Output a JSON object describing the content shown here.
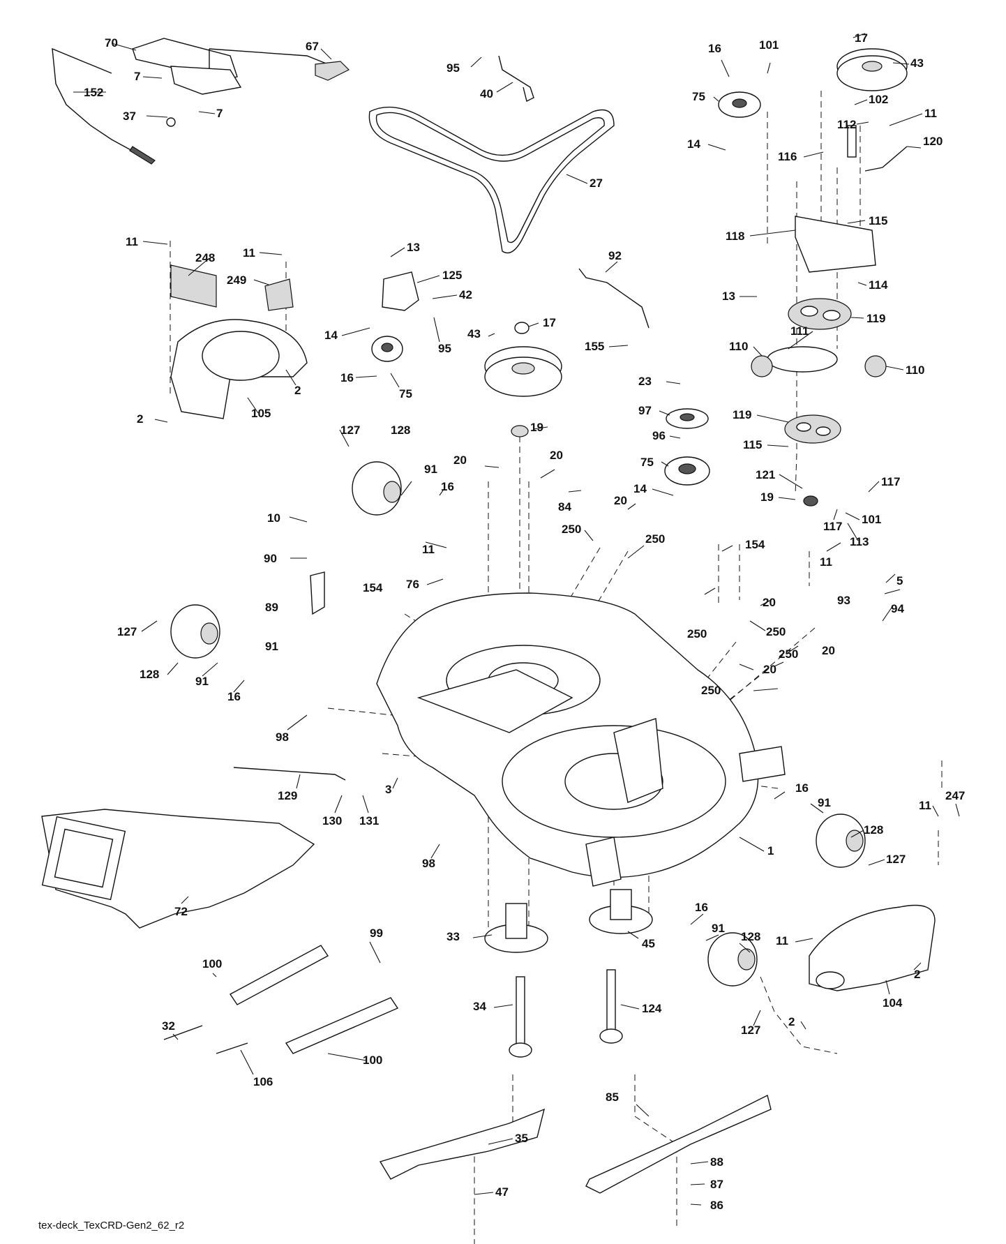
{
  "caption": "tex-deck_TexCRD-Gen2_62_r2",
  "callouts": [
    {
      "id": "c70",
      "text": "70"
    },
    {
      "id": "c67",
      "text": "67"
    },
    {
      "id": "c7a",
      "text": "7"
    },
    {
      "id": "c7b",
      "text": "7"
    },
    {
      "id": "c152",
      "text": "152"
    },
    {
      "id": "c37",
      "text": "37"
    },
    {
      "id": "c95a",
      "text": "95"
    },
    {
      "id": "c40",
      "text": "40"
    },
    {
      "id": "c27",
      "text": "27"
    },
    {
      "id": "c16a",
      "text": "16"
    },
    {
      "id": "c101a",
      "text": "101"
    },
    {
      "id": "c17a",
      "text": "17"
    },
    {
      "id": "c43a",
      "text": "43"
    },
    {
      "id": "c75a",
      "text": "75"
    },
    {
      "id": "c102",
      "text": "102"
    },
    {
      "id": "c112",
      "text": "112"
    },
    {
      "id": "c11a",
      "text": "11"
    },
    {
      "id": "c120",
      "text": "120"
    },
    {
      "id": "c14a",
      "text": "14"
    },
    {
      "id": "c116",
      "text": "116"
    },
    {
      "id": "c115a",
      "text": "115"
    },
    {
      "id": "c118",
      "text": "118"
    },
    {
      "id": "c114",
      "text": "114"
    },
    {
      "id": "c13a",
      "text": "13"
    },
    {
      "id": "c119a",
      "text": "119"
    },
    {
      "id": "c111",
      "text": "111"
    },
    {
      "id": "c110a",
      "text": "110"
    },
    {
      "id": "c110b",
      "text": "110"
    },
    {
      "id": "c119b",
      "text": "119"
    },
    {
      "id": "c115b",
      "text": "115"
    },
    {
      "id": "c117a",
      "text": "117"
    },
    {
      "id": "c121",
      "text": "121"
    },
    {
      "id": "c19a",
      "text": "19"
    },
    {
      "id": "c101b",
      "text": "101"
    },
    {
      "id": "c117b",
      "text": "117"
    },
    {
      "id": "c113",
      "text": "113"
    },
    {
      "id": "c11b",
      "text": "11"
    },
    {
      "id": "c248",
      "text": "248"
    },
    {
      "id": "c11c",
      "text": "11"
    },
    {
      "id": "c249",
      "text": "249"
    },
    {
      "id": "c2a",
      "text": "2"
    },
    {
      "id": "c105",
      "text": "105"
    },
    {
      "id": "c2b",
      "text": "2"
    },
    {
      "id": "c13b",
      "text": "13"
    },
    {
      "id": "c125",
      "text": "125"
    },
    {
      "id": "c42",
      "text": "42"
    },
    {
      "id": "c14b",
      "text": "14"
    },
    {
      "id": "c95b",
      "text": "95"
    },
    {
      "id": "c16b",
      "text": "16"
    },
    {
      "id": "c75b",
      "text": "75"
    },
    {
      "id": "c43b",
      "text": "43"
    },
    {
      "id": "c17b",
      "text": "17"
    },
    {
      "id": "c92",
      "text": "92"
    },
    {
      "id": "c155",
      "text": "155"
    },
    {
      "id": "c23",
      "text": "23"
    },
    {
      "id": "c97",
      "text": "97"
    },
    {
      "id": "c96",
      "text": "96"
    },
    {
      "id": "c75c",
      "text": "75"
    },
    {
      "id": "c14c",
      "text": "14"
    },
    {
      "id": "c19b",
      "text": "19"
    },
    {
      "id": "c127a",
      "text": "127"
    },
    {
      "id": "c128a",
      "text": "128"
    },
    {
      "id": "c91a",
      "text": "91"
    },
    {
      "id": "c16c",
      "text": "16"
    },
    {
      "id": "c20a",
      "text": "20"
    },
    {
      "id": "c20b",
      "text": "20"
    },
    {
      "id": "c84",
      "text": "84"
    },
    {
      "id": "c20c",
      "text": "20"
    },
    {
      "id": "c250a",
      "text": "250"
    },
    {
      "id": "c250b",
      "text": "250"
    },
    {
      "id": "c11d",
      "text": "11"
    },
    {
      "id": "c10",
      "text": "10"
    },
    {
      "id": "c90",
      "text": "90"
    },
    {
      "id": "c76",
      "text": "76"
    },
    {
      "id": "c154a",
      "text": "154"
    },
    {
      "id": "c89",
      "text": "89"
    },
    {
      "id": "c91b",
      "text": "91"
    },
    {
      "id": "c154b",
      "text": "154"
    },
    {
      "id": "c11e",
      "text": "11"
    },
    {
      "id": "c93",
      "text": "93"
    },
    {
      "id": "c5",
      "text": "5"
    },
    {
      "id": "c94",
      "text": "94"
    },
    {
      "id": "c20d",
      "text": "20"
    },
    {
      "id": "c250c",
      "text": "250"
    },
    {
      "id": "c250d",
      "text": "250"
    },
    {
      "id": "c250e",
      "text": "250"
    },
    {
      "id": "c20e",
      "text": "20"
    },
    {
      "id": "c20f",
      "text": "20"
    },
    {
      "id": "c250f",
      "text": "250"
    },
    {
      "id": "c127b",
      "text": "127"
    },
    {
      "id": "c128b",
      "text": "128"
    },
    {
      "id": "c91c",
      "text": "91"
    },
    {
      "id": "c16d",
      "text": "16"
    },
    {
      "id": "c98a",
      "text": "98"
    },
    {
      "id": "c3",
      "text": "3"
    },
    {
      "id": "c129",
      "text": "129"
    },
    {
      "id": "c130",
      "text": "130"
    },
    {
      "id": "c131",
      "text": "131"
    },
    {
      "id": "c98b",
      "text": "98"
    },
    {
      "id": "c1",
      "text": "1"
    },
    {
      "id": "c16e",
      "text": "16"
    },
    {
      "id": "c91d",
      "text": "91"
    },
    {
      "id": "c128c",
      "text": "128"
    },
    {
      "id": "c127c",
      "text": "127"
    },
    {
      "id": "c11f",
      "text": "11"
    },
    {
      "id": "c247",
      "text": "247"
    },
    {
      "id": "c72",
      "text": "72"
    },
    {
      "id": "c100a",
      "text": "100"
    },
    {
      "id": "c99",
      "text": "99"
    },
    {
      "id": "c33",
      "text": "33"
    },
    {
      "id": "c45",
      "text": "45"
    },
    {
      "id": "c16f",
      "text": "16"
    },
    {
      "id": "c91e",
      "text": "91"
    },
    {
      "id": "c128d",
      "text": "128"
    },
    {
      "id": "c11g",
      "text": "11"
    },
    {
      "id": "c2c",
      "text": "2"
    },
    {
      "id": "c104",
      "text": "104"
    },
    {
      "id": "c34",
      "text": "34"
    },
    {
      "id": "c124",
      "text": "124"
    },
    {
      "id": "c127d",
      "text": "127"
    },
    {
      "id": "c2d",
      "text": "2"
    },
    {
      "id": "c32",
      "text": "32"
    },
    {
      "id": "c100b",
      "text": "100"
    },
    {
      "id": "c106",
      "text": "106"
    },
    {
      "id": "c35",
      "text": "35"
    },
    {
      "id": "c85",
      "text": "85"
    },
    {
      "id": "c47",
      "text": "47"
    },
    {
      "id": "c88",
      "text": "88"
    },
    {
      "id": "c87",
      "text": "87"
    },
    {
      "id": "c86",
      "text": "86"
    }
  ]
}
